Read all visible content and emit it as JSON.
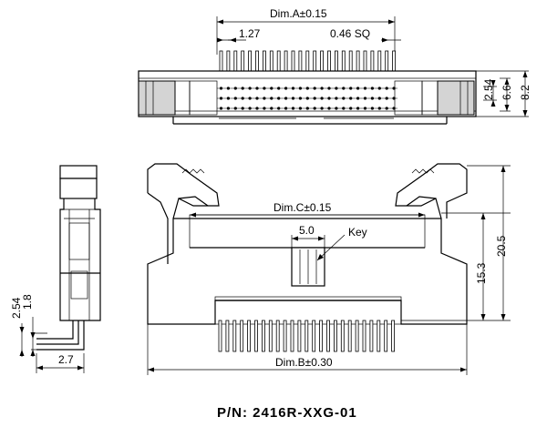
{
  "top_view": {
    "dim_a": "Dim.A±0.15",
    "pitch": "1.27",
    "pin_sq": "0.46 SQ",
    "row_spacing": "2.54",
    "inner_height": "6.6",
    "outer_height": "8.2"
  },
  "front_view": {
    "dim_c": "Dim.C±0.15",
    "key_width": "5.0",
    "key_label": "Key",
    "body_height": "15.3",
    "overall_height": "20.5",
    "dim_b": "Dim.B±0.30"
  },
  "side_view": {
    "pitch_vertical": "2.54",
    "offset": "1.8",
    "pin_offset": "2.7"
  },
  "part_number": "P/N: 2416R-XXG-01"
}
